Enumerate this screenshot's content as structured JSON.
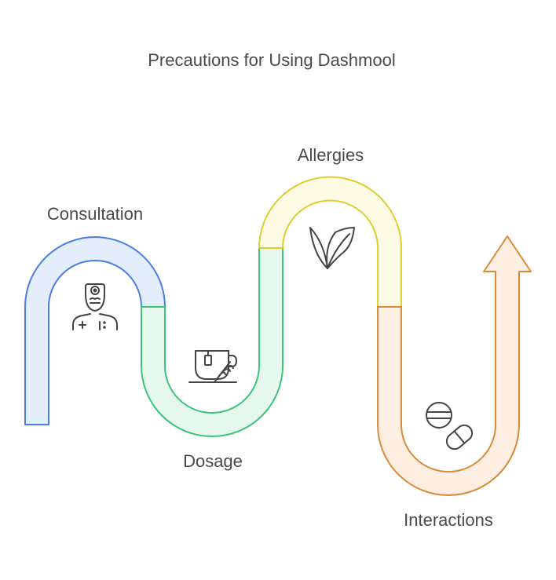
{
  "title": "Precautions for Using Dashmool",
  "stages": [
    {
      "label": "Consultation",
      "icon": "doctor-icon",
      "fill": "#e3edfc",
      "stroke": "#4a7fde"
    },
    {
      "label": "Dosage",
      "icon": "herbal-tea-icon",
      "fill": "#e6f8ee",
      "stroke": "#3cc47a"
    },
    {
      "label": "Allergies",
      "icon": "leaf-icon",
      "fill": "#fefbe4",
      "stroke": "#e0cc2a"
    },
    {
      "label": "Interactions",
      "icon": "pills-icon",
      "fill": "#fdeee2",
      "stroke": "#db8a3a"
    }
  ]
}
